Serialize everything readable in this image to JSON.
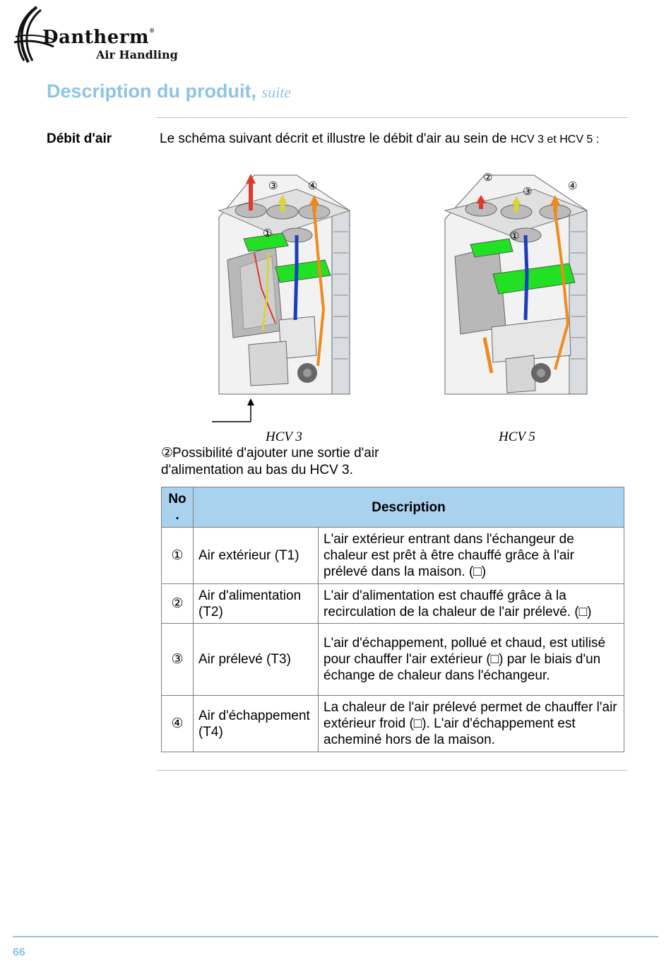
{
  "header": {
    "brand": "Dantherm",
    "brand_mark": "®",
    "brand_sub": "Air Handling"
  },
  "page_title": {
    "main": "Description du produit,",
    "suffix": "suite"
  },
  "section": {
    "label": "Débit d'air",
    "intro_main": "Le schéma suivant décrit et illustre le débit d'air au sein de",
    "intro_models": "HCV 3 et HCV 5 :"
  },
  "diagram": {
    "left_caption": "HCV 3",
    "right_caption": "HCV 5",
    "markers": [
      "①",
      "②",
      "③",
      "④"
    ]
  },
  "note": {
    "marker": "②",
    "text": "Possibilité d'ajouter une sortie d'air d'alimentation au bas du HCV 3."
  },
  "table": {
    "header_no": "No .",
    "header_desc": "Description",
    "rows": [
      {
        "num": "①",
        "name": "Air extérieur (T1)",
        "desc": "L'air extérieur entrant dans l'échangeur de chaleur est prêt à être chauffé grâce à l'air prélevé dans la maison. (□)"
      },
      {
        "num": "②",
        "name": "Air d'alimentation (T2)",
        "desc": "L'air d'alimentation est chauffé grâce à la recirculation de la chaleur de l'air prélevé. (□)"
      },
      {
        "num": "③",
        "name": "Air prélevé (T3)",
        "desc": "L'air d'échappement, pollué et chaud, est utilisé pour chauffer l'air extérieur (□) par le biais d'un échange de chaleur dans l'échangeur."
      },
      {
        "num": "④",
        "name": "Air d'échappement (T4)",
        "desc": "La chaleur de l'air prélevé permet de chauffer l'air extérieur froid (□). L'air d'échappement est acheminé hors de la maison."
      }
    ]
  },
  "footer": {
    "page_number": "66"
  },
  "colors": {
    "accent": "#8ec3e6",
    "table_header": "#a9d2ee",
    "filter_green": "#22e022",
    "arrow_red": "#e03a2a",
    "arrow_orange": "#f08a1c",
    "arrow_yellow": "#d8d43a",
    "arrow_blue": "#1a3fb8"
  }
}
